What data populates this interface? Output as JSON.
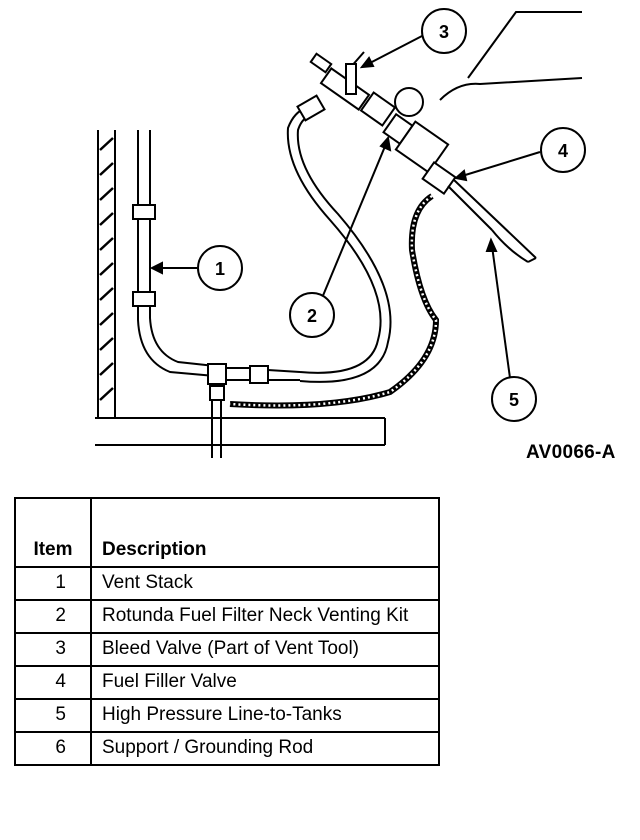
{
  "figure_id": "AV0066-A",
  "callouts": [
    "1",
    "2",
    "3",
    "4",
    "5"
  ],
  "table": {
    "headers": [
      "Item",
      "Description"
    ],
    "rows": [
      {
        "item": "1",
        "description": "Vent Stack"
      },
      {
        "item": "2",
        "description": "Rotunda Fuel Filter Neck Venting Kit"
      },
      {
        "item": "3",
        "description": "Bleed Valve (Part of Vent Tool)"
      },
      {
        "item": "4",
        "description": "Fuel Filler Valve"
      },
      {
        "item": "5",
        "description": "High Pressure Line-to-Tanks"
      },
      {
        "item": "6",
        "description": "Support / Grounding Rod"
      }
    ]
  }
}
